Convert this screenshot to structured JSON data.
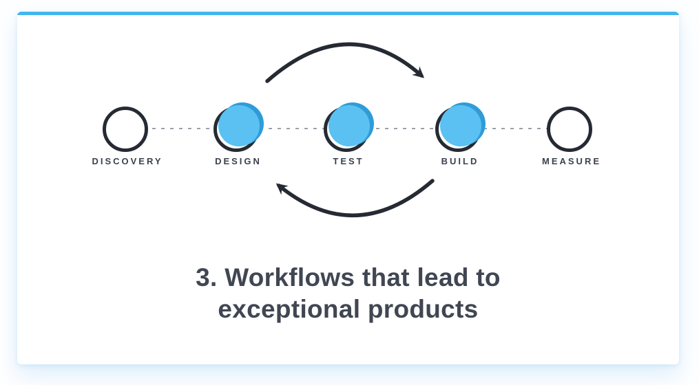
{
  "colors": {
    "accent_bar": "#43b7ec",
    "node_blue_light": "#5ac1f2",
    "node_blue_dark": "#2f9cd8",
    "ink": "#252a33",
    "label": "#3a414c",
    "title": "#404652",
    "dash": "#9aa0a8",
    "card_bg": "#ffffff"
  },
  "workflow": {
    "nodes": [
      {
        "label": "DISCOVERY",
        "active": false
      },
      {
        "label": "DESIGN",
        "active": true
      },
      {
        "label": "TEST",
        "active": true
      },
      {
        "label": "BUILD",
        "active": true
      },
      {
        "label": "MEASURE",
        "active": false
      }
    ],
    "loop": {
      "forward_arrow": "design-to-build-loop",
      "backward_arrow": "build-to-design-loop"
    }
  },
  "caption": {
    "line1": "3. Workflows that lead to",
    "line2": "exceptional products"
  }
}
